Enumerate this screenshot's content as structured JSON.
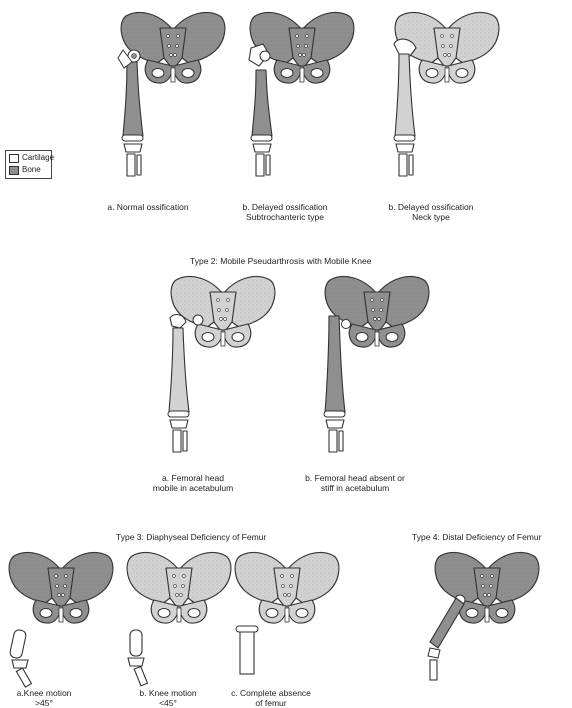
{
  "legend": {
    "items": [
      {
        "label": "Cartilage",
        "color": "#ffffff"
      },
      {
        "label": "Bone",
        "color": "#8f8f8f"
      }
    ]
  },
  "colors": {
    "bone_dark": "#8f8f8f",
    "bone_light": "#d2d2d2",
    "cartilage": "#ffffff",
    "outline": "#333333"
  },
  "row1": {
    "captions": [
      {
        "line1": "a.  Normal ossification",
        "line2": ""
      },
      {
        "line1": "b.  Delayed ossification",
        "line2": "Subtrochanteric type"
      },
      {
        "line1": "b.  Delayed ossification",
        "line2": "Neck type"
      }
    ]
  },
  "row2": {
    "title": "Type 2: Mobile Pseudarthrosis with Mobile Knee",
    "captions": [
      {
        "line1": "a.  Femoral head",
        "line2": "mobile in acetabulum"
      },
      {
        "line1": "b. Femoral head absent or",
        "line2": "stiff in acetabulum"
      }
    ]
  },
  "row3": {
    "title_left": "Type 3: Diaphyseal Deficiency of Femur",
    "title_right": "Type 4: Distal Deficiency of Femur",
    "captions": [
      {
        "line1": "a.Knee motion",
        "line2": ">45°"
      },
      {
        "line1": "b.  Knee motion",
        "line2": "<45°"
      },
      {
        "line1": "c.  Complete absence",
        "line2": "of femur"
      }
    ]
  }
}
